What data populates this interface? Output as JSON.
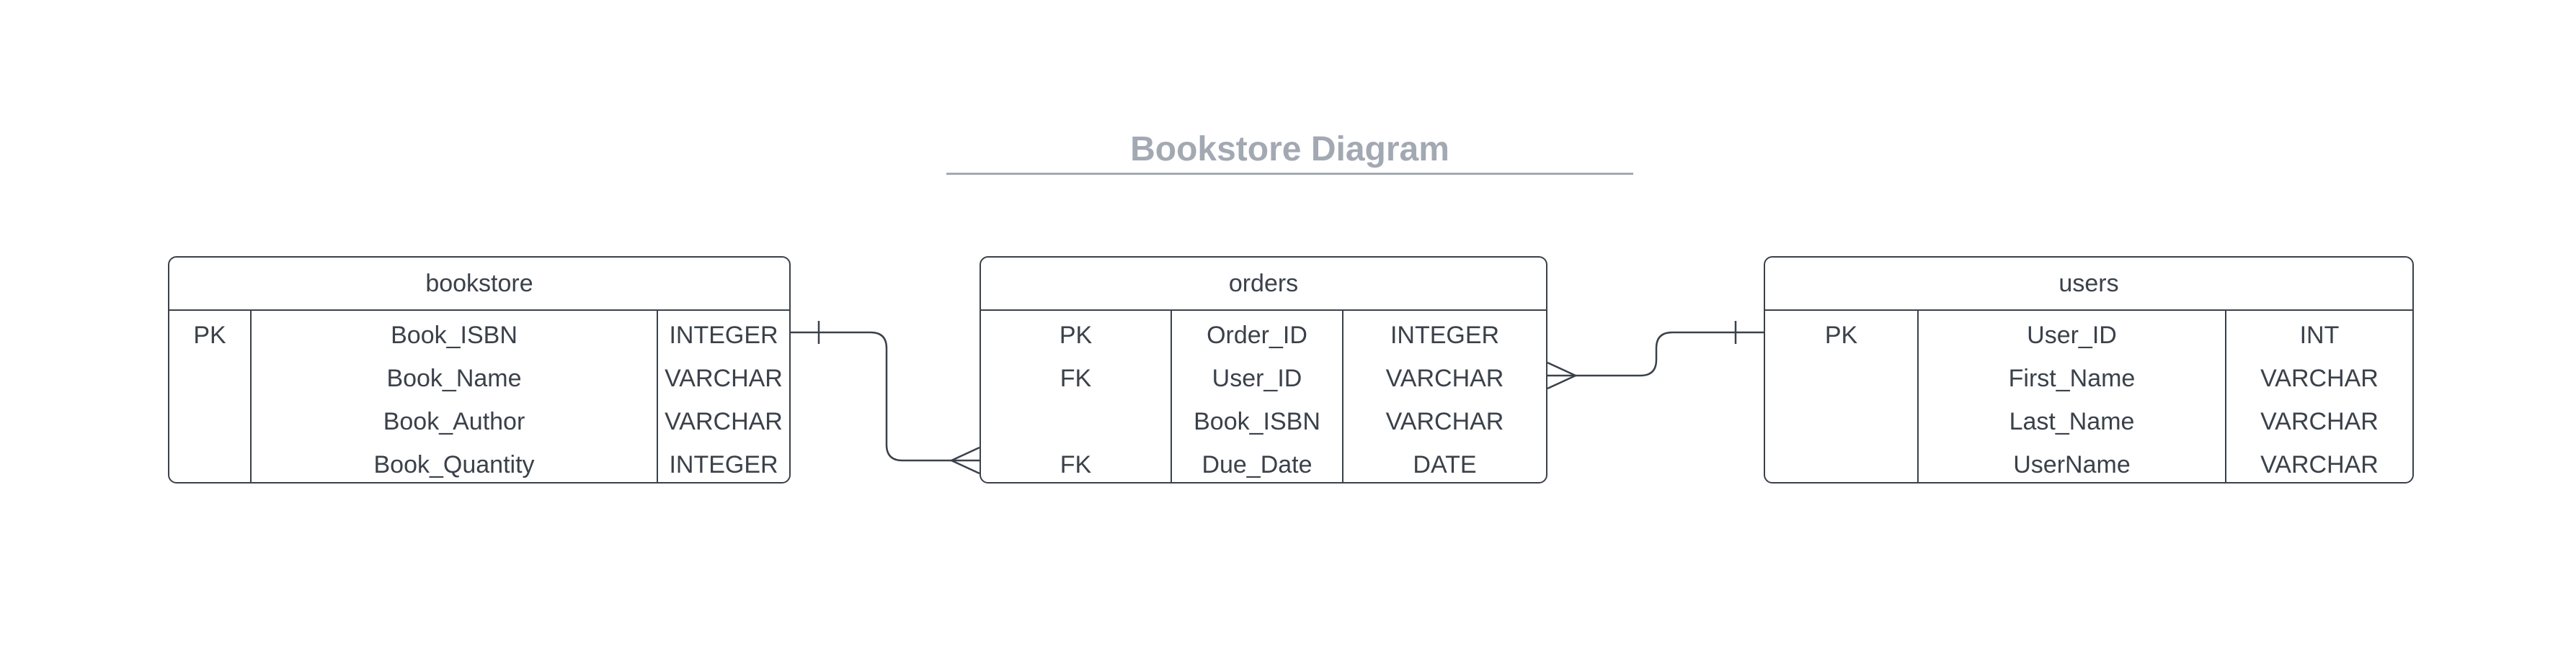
{
  "diagram": {
    "title": "Bookstore Diagram",
    "entities": [
      {
        "name": "bookstore",
        "rows": [
          {
            "key": "PK",
            "field": "Book_ISBN",
            "type": "INTEGER"
          },
          {
            "key": "",
            "field": "Book_Name",
            "type": "VARCHAR"
          },
          {
            "key": "",
            "field": "Book_Author",
            "type": "VARCHAR"
          },
          {
            "key": "",
            "field": "Book_Quantity",
            "type": "INTEGER"
          }
        ]
      },
      {
        "name": "orders",
        "rows": [
          {
            "key": "PK",
            "field": "Order_ID",
            "type": "INTEGER"
          },
          {
            "key": "FK",
            "field": "User_ID",
            "type": "VARCHAR"
          },
          {
            "key": "",
            "field": "Book_ISBN",
            "type": "VARCHAR"
          },
          {
            "key": "FK",
            "field": "Due_Date",
            "type": "DATE"
          }
        ]
      },
      {
        "name": "users",
        "rows": [
          {
            "key": "PK",
            "field": "User_ID",
            "type": "INT"
          },
          {
            "key": "",
            "field": "First_Name",
            "type": "VARCHAR"
          },
          {
            "key": "",
            "field": "Last_Name",
            "type": "VARCHAR"
          },
          {
            "key": "",
            "field": "UserName",
            "type": "VARCHAR"
          }
        ]
      }
    ],
    "relationships": [
      {
        "from": "bookstore.Book_ISBN",
        "from_cardinality": "one",
        "to": "orders.Due_Date",
        "to_cardinality": "many"
      },
      {
        "from": "users.User_ID",
        "from_cardinality": "one",
        "to": "orders.User_ID",
        "to_cardinality": "many"
      }
    ],
    "colors": {
      "line": "#3a414a",
      "title": "#a3a9b2",
      "background": "#ffffff"
    }
  }
}
